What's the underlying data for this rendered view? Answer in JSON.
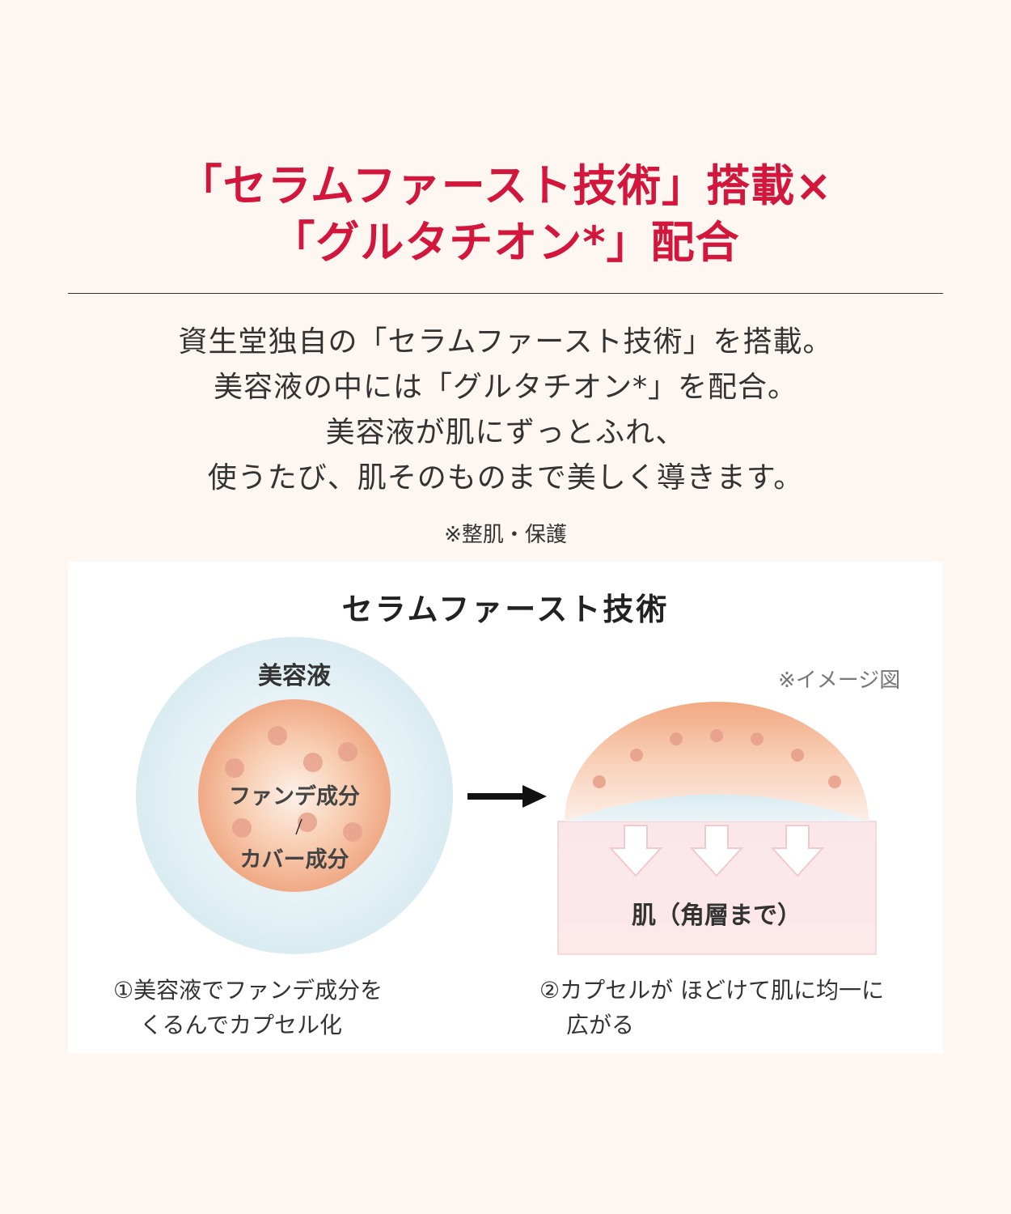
{
  "headline": {
    "line1": "「セラムファースト技術」搭載×",
    "line2": "「グルタチオン*」配合"
  },
  "body": {
    "lines": [
      "資生堂独自の「セラムファースト技術」を搭載。",
      "美容液の中には「グルタチオン*」を配合。",
      "美容液が肌にずっとふれ、",
      "使うたび、肌そのものまで美しく導きます。"
    ]
  },
  "footnote": "※整肌・保護",
  "diagram": {
    "title": "セラムファースト技術",
    "image_note": "※イメージ図",
    "serum_label": "美容液",
    "foundation_label": "ファンデ成分",
    "cover_label": "カバー成分",
    "skin_label": "肌（角層まで）",
    "caption1": [
      "①美容液でファンデ成分を",
      "くるんでカプセル化"
    ],
    "caption2": [
      "②カプセルが ほどけて肌に均一に",
      "広がる"
    ]
  },
  "colors": {
    "accent": "#d3173c",
    "serum_blue": "#dcedf2",
    "foundation_orange": "#f3b48f",
    "skin_pink": "#fbe4e6"
  }
}
